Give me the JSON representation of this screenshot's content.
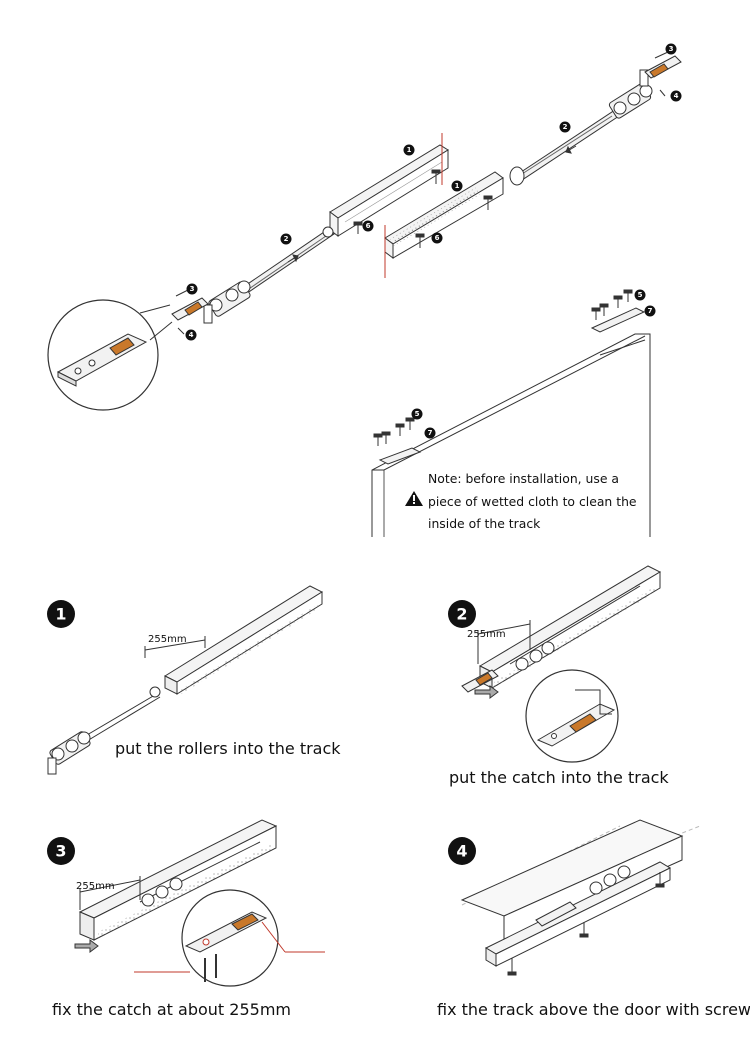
{
  "top_diagram": {
    "callouts": [
      "1",
      "1",
      "2",
      "2",
      "3",
      "3",
      "4",
      "4",
      "5",
      "5",
      "6",
      "6",
      "7",
      "7"
    ],
    "note": {
      "icon": "warning-icon",
      "text": "Note: before installation, use a piece of wetted cloth to clean the inside of the track"
    }
  },
  "steps": [
    {
      "number": "1",
      "dimension": "255mm",
      "caption": "put the rollers into the track"
    },
    {
      "number": "2",
      "dimension": "255mm",
      "caption": "put the catch into the track"
    },
    {
      "number": "3",
      "dimension": "255mm",
      "caption": "fix the catch at about 255mm"
    },
    {
      "number": "4",
      "caption": "fix the track above the door with screws"
    }
  ],
  "colors": {
    "line": "#333333",
    "catch": "#c9782a",
    "metal_fill": "#f2f2f2",
    "accent_line": "#c0392b"
  }
}
